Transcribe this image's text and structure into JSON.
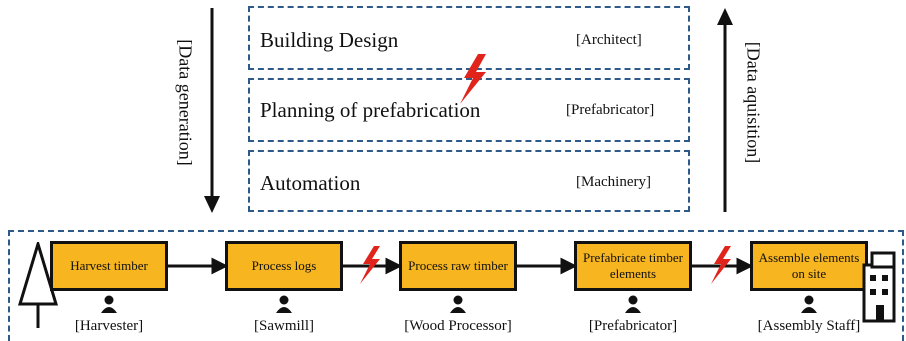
{
  "top_rows": [
    {
      "title": "Building Design",
      "role": "[Architect]"
    },
    {
      "title": "Planning of prefabrication",
      "role": "[Prefabricator]"
    },
    {
      "title": "Automation",
      "role": "[Machinery]"
    }
  ],
  "side_labels": {
    "left": "[Data generation]",
    "right": "[Data aquisition]"
  },
  "process_steps": [
    {
      "label": "Harvest timber",
      "actor": "[Harvester]"
    },
    {
      "label": "Process logs",
      "actor": "[Sawmill]"
    },
    {
      "label": "Process raw timber",
      "actor": "[Wood Processor]"
    },
    {
      "label": "Prefabricate timber elements",
      "actor": "[Prefabricator]"
    },
    {
      "label": "Assemble elements on site",
      "actor": "[Assembly Staff]"
    }
  ],
  "colors": {
    "step_fill": "#f7b51f",
    "dash_border": "#2e5a8a",
    "lightning": "#e0241b"
  },
  "icons": [
    "tree-icon",
    "person-icon",
    "lightning-icon",
    "building-icon"
  ]
}
